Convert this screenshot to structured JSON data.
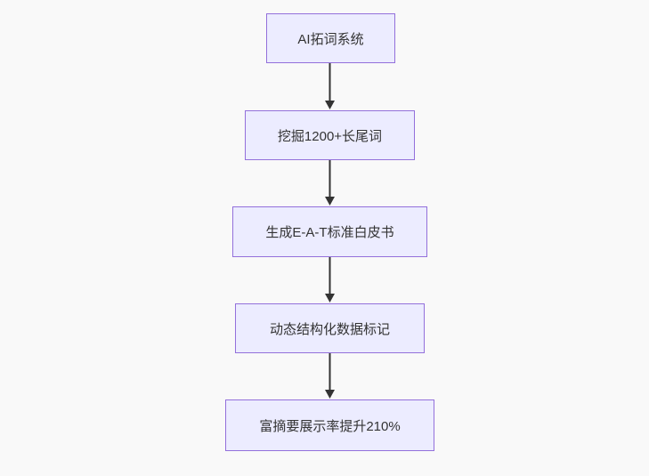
{
  "diagram": {
    "type": "flowchart",
    "direction": "top-down",
    "nodes": [
      {
        "label": "AI拓词系统"
      },
      {
        "label": "挖掘1200+长尾词"
      },
      {
        "label": "生成E-A-T标准白皮书"
      },
      {
        "label": "动态结构化数据标记"
      },
      {
        "label": "富摘要展示率提升210%"
      }
    ],
    "edges": [
      {
        "from": "AI拓词系统",
        "to": "挖掘1200+长尾词"
      },
      {
        "from": "挖掘1200+长尾词",
        "to": "生成E-A-T标准白皮书"
      },
      {
        "from": "生成E-A-T标准白皮书",
        "to": "动态结构化数据标记"
      },
      {
        "from": "动态结构化数据标记",
        "to": "富摘要展示率提升210%"
      }
    ],
    "colors": {
      "node_fill": "#ECECFF",
      "node_border": "#9370DB",
      "arrow": "#333333",
      "text": "#333333",
      "background": "#f9f9f9"
    }
  }
}
